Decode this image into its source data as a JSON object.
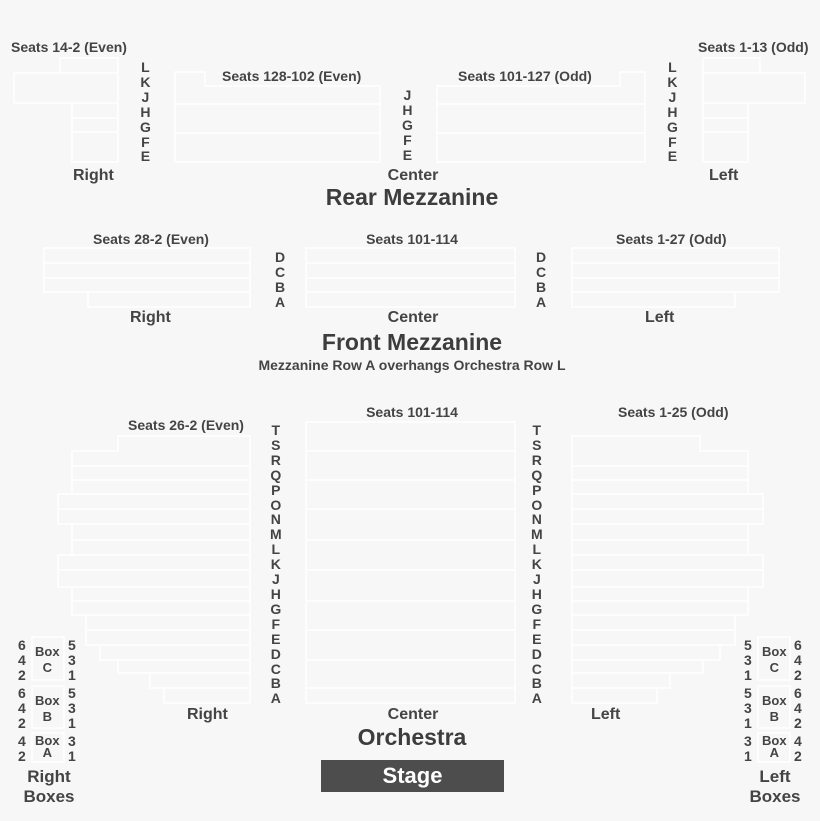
{
  "rear_mezzanine": {
    "title": "Rear Mezzanine",
    "right": {
      "seats": "Seats 14-2 (Even)",
      "label": "Right",
      "rows": [
        "L",
        "K",
        "J",
        "H",
        "G",
        "F",
        "E"
      ]
    },
    "center": {
      "seats_left": "Seats 128-102 (Even)",
      "seats_right": "Seats 101-127 (Odd)",
      "label": "Center",
      "rows": [
        "J",
        "H",
        "G",
        "F",
        "E"
      ]
    },
    "left": {
      "seats": "Seats 1-13 (Odd)",
      "label": "Left",
      "rows": [
        "L",
        "K",
        "J",
        "H",
        "G",
        "F",
        "E"
      ]
    }
  },
  "front_mezzanine": {
    "title": "Front Mezzanine",
    "note": "Mezzanine Row A overhangs Orchestra Row L",
    "right": {
      "seats": "Seats 28-2 (Even)",
      "label": "Right",
      "rows": [
        "D",
        "C",
        "B",
        "A"
      ]
    },
    "center": {
      "seats": "Seats 101-114",
      "label": "Center"
    },
    "left": {
      "seats": "Seats 1-27 (Odd)",
      "label": "Left",
      "rows": [
        "D",
        "C",
        "B",
        "A"
      ]
    }
  },
  "orchestra": {
    "title": "Orchestra",
    "right": {
      "seats": "Seats 26-2 (Even)",
      "label": "Right"
    },
    "center": {
      "seats": "Seats 101-114",
      "label": "Center"
    },
    "left": {
      "seats": "Seats 1-25 (Odd)",
      "label": "Left"
    },
    "rows": [
      "T",
      "S",
      "R",
      "Q",
      "P",
      "O",
      "N",
      "M",
      "L",
      "K",
      "J",
      "H",
      "G",
      "F",
      "E",
      "D",
      "C",
      "B",
      "A"
    ]
  },
  "boxes": {
    "right": {
      "title_1": "Right",
      "title_2": "Boxes",
      "c": {
        "word": "Box",
        "letter": "C",
        "outer": [
          "6",
          "4",
          "2"
        ],
        "inner": [
          "5",
          "3",
          "1"
        ]
      },
      "b": {
        "word": "Box",
        "letter": "B",
        "outer": [
          "6",
          "4",
          "2"
        ],
        "inner": [
          "5",
          "3",
          "1"
        ]
      },
      "a": {
        "word": "Box",
        "letter": "A",
        "outer": [
          "4",
          "2"
        ],
        "inner": [
          "3",
          "1"
        ]
      }
    },
    "left": {
      "title_1": "Left",
      "title_2": "Boxes",
      "c": {
        "word": "Box",
        "letter": "C",
        "outer": [
          "6",
          "4",
          "2"
        ],
        "inner": [
          "5",
          "3",
          "1"
        ]
      },
      "b": {
        "word": "Box",
        "letter": "B",
        "outer": [
          "6",
          "4",
          "2"
        ],
        "inner": [
          "5",
          "3",
          "1"
        ]
      },
      "a": {
        "word": "Box",
        "letter": "A",
        "outer": [
          "4",
          "2"
        ],
        "inner": [
          "3",
          "1"
        ]
      }
    }
  },
  "stage": {
    "label": "Stage"
  },
  "colors": {
    "background": "#f7f7f7",
    "outline": "#ffffff",
    "text": "#444444",
    "stage": "#4d4d4d"
  }
}
